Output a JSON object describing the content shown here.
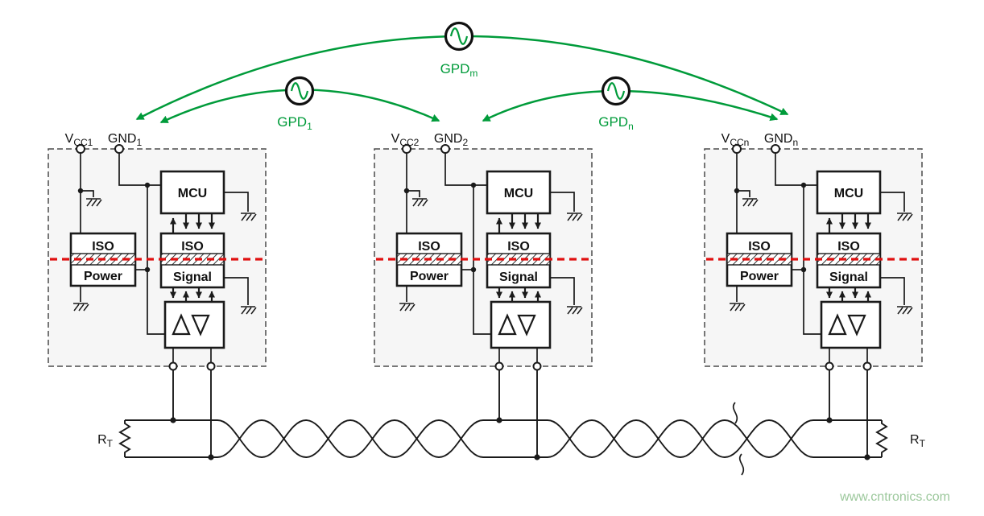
{
  "colors": {
    "green": "#009B3A",
    "red": "#E01010",
    "wire": "#1a1a1a",
    "box_fill": "#F6F6F6",
    "watermark": "#9CC89C"
  },
  "gpd": [
    {
      "name": "GPD",
      "sub": "1"
    },
    {
      "name": "GPD",
      "sub": "m"
    },
    {
      "name": "GPD",
      "sub": "n"
    }
  ],
  "nodes": [
    {
      "vcc": "V",
      "vcc_sub": "CC1",
      "gnd": "GND",
      "gnd_sub": "1",
      "mcu": "MCU",
      "iso_power_line1": "ISO",
      "iso_power_line2": "Power",
      "iso_signal_line1": "ISO",
      "iso_signal_line2": "Signal"
    },
    {
      "vcc": "V",
      "vcc_sub": "CC2",
      "gnd": "GND",
      "gnd_sub": "2",
      "mcu": "MCU",
      "iso_power_line1": "ISO",
      "iso_power_line2": "Power",
      "iso_signal_line1": "ISO",
      "iso_signal_line2": "Signal"
    },
    {
      "vcc": "V",
      "vcc_sub": "CCn",
      "gnd": "GND",
      "gnd_sub": "n",
      "mcu": "MCU",
      "iso_power_line1": "ISO",
      "iso_power_line2": "Power",
      "iso_signal_line1": "ISO",
      "iso_signal_line2": "Signal"
    }
  ],
  "termination": {
    "left": "R",
    "left_sub": "T",
    "right": "R",
    "right_sub": "T"
  },
  "watermark": "www.cntronics.com"
}
